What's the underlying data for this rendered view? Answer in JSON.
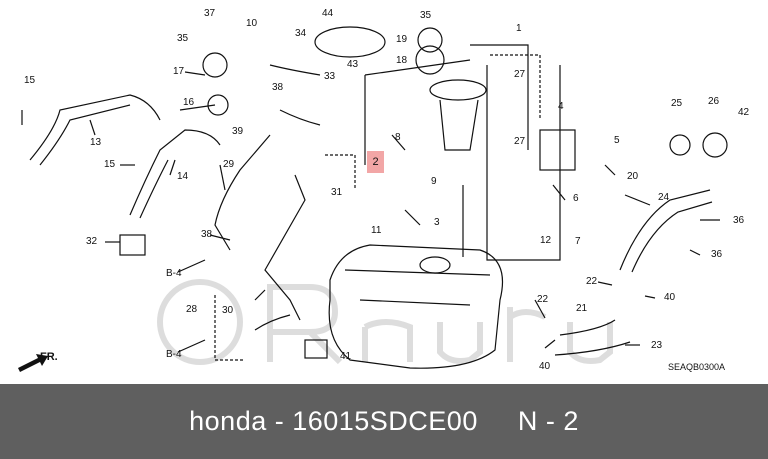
{
  "footer": {
    "text": "honda - 16015SDCE00     N - 2"
  },
  "diagram_code": "SEAQB0300A",
  "front_marker": "FR.",
  "callout_label": "2",
  "part_labels": [
    "37",
    "10",
    "44",
    "35",
    "35",
    "34",
    "19",
    "18",
    "43",
    "1",
    "17",
    "33",
    "27",
    "15",
    "16",
    "38",
    "4",
    "13",
    "39",
    "5",
    "8",
    "27",
    "26",
    "25",
    "42",
    "14",
    "15",
    "29",
    "2",
    "20",
    "9",
    "31",
    "6",
    "24",
    "3",
    "36",
    "32",
    "38",
    "11",
    "7",
    "12",
    "36",
    "22",
    "B-4",
    "28",
    "40",
    "22",
    "30",
    "21",
    "B-4",
    "41",
    "23",
    "40"
  ]
}
